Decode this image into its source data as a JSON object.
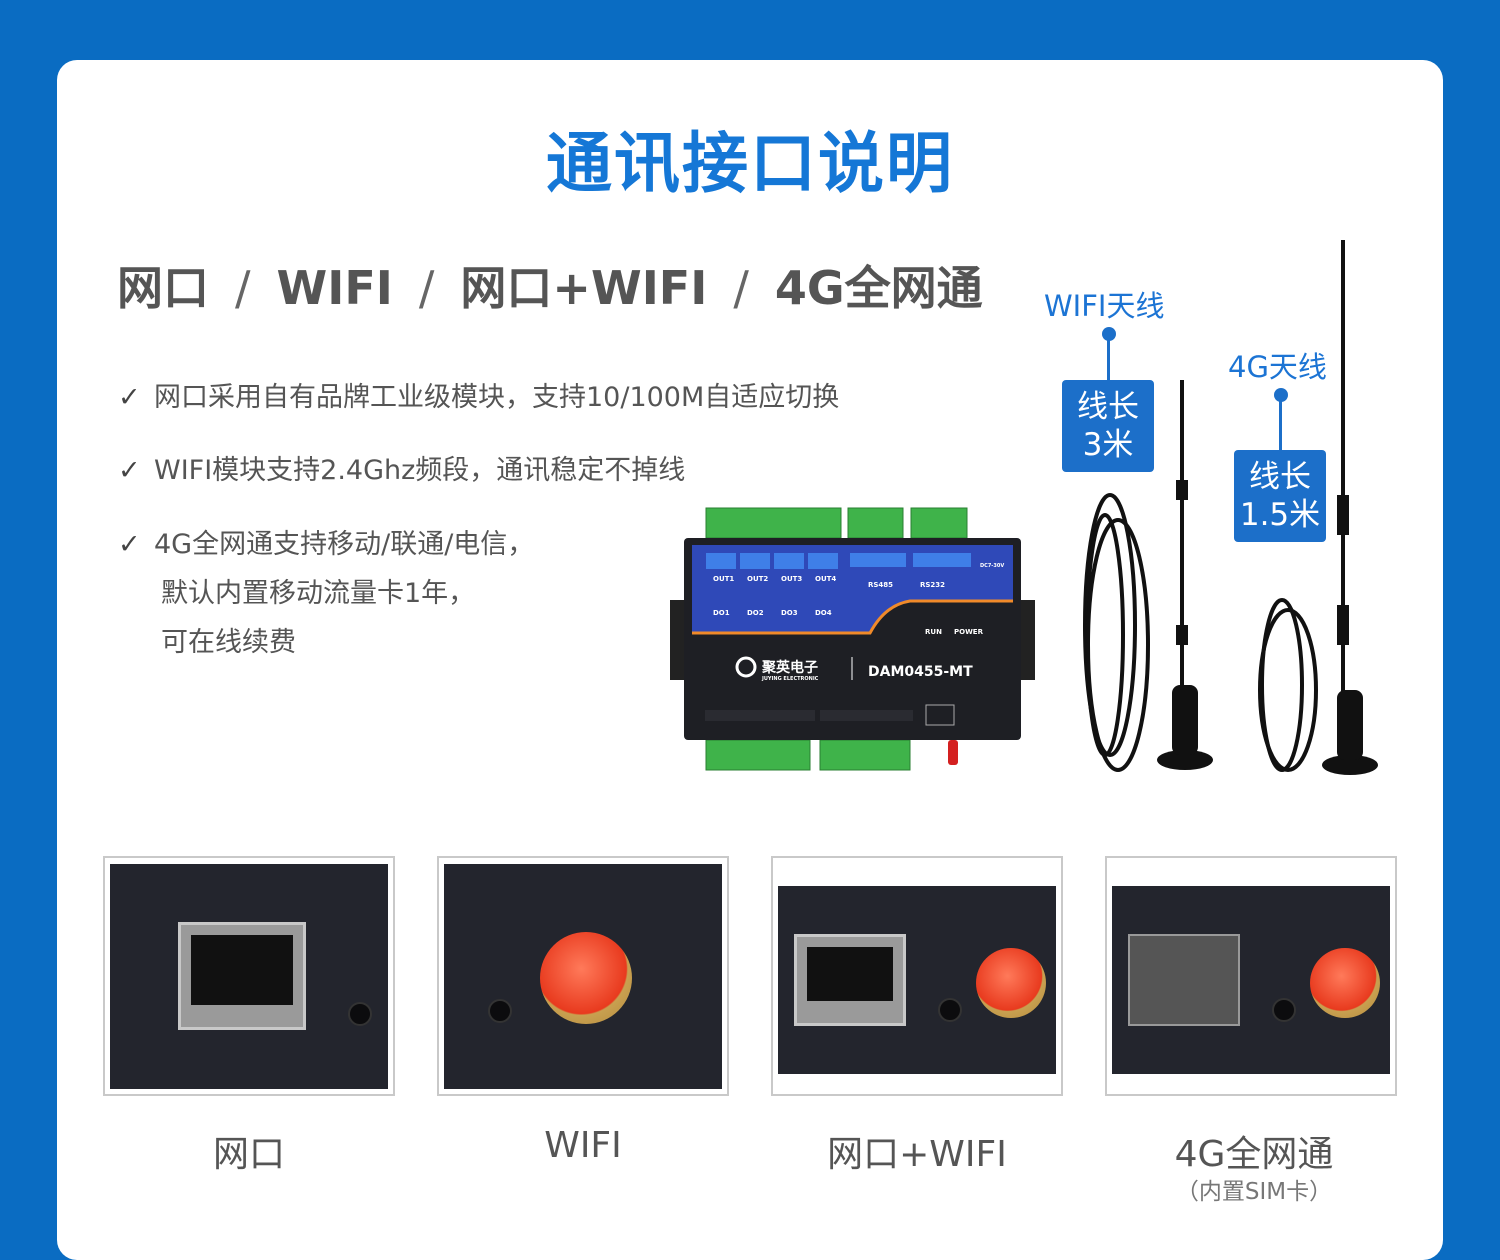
{
  "title": "通讯接口说明",
  "subtitle": {
    "items": [
      "网口",
      "WIFI",
      "网口+WIFI",
      "4G全网通"
    ],
    "separator": "/"
  },
  "features": [
    {
      "icon": "check-icon",
      "lines": [
        "网口采用自有品牌工业级模块，支持10/100M自适应切换"
      ]
    },
    {
      "icon": "check-icon",
      "lines": [
        "WIFI模块支持2.4Ghz频段，通讯稳定不掉线"
      ]
    },
    {
      "icon": "check-icon",
      "lines": [
        "4G全网通支持移动/联通/电信，",
        "默认内置移动流量卡1年，",
        "可在线续费"
      ]
    }
  ],
  "device": {
    "brand": "聚英电子",
    "brand_en": "JUYING ELECTRONIC",
    "model": "DAM0455-MT",
    "outputs": [
      "OUT1",
      "OUT2",
      "OUT3",
      "OUT4"
    ],
    "do_labels": [
      "DO1",
      "DO2",
      "DO3",
      "DO4"
    ],
    "rs485": "RS485",
    "rs232": "RS232",
    "power_in": "DC7-30V",
    "leds": [
      "RUN",
      "POWER"
    ]
  },
  "antennas": [
    {
      "label": "WIFI天线",
      "length_lines": [
        "线长",
        "3米"
      ]
    },
    {
      "label": "4G天线",
      "length_lines": [
        "线长",
        "1.5米"
      ]
    }
  ],
  "photos": [
    {
      "caption": "网口",
      "note": ""
    },
    {
      "caption": "WIFI",
      "note": ""
    },
    {
      "caption": "网口+WIFI",
      "note": ""
    },
    {
      "caption": "4G全网通",
      "note": "（内置SIM卡）"
    }
  ],
  "colors": {
    "background": "#0a6cc2",
    "accent": "#1577d6",
    "label_box": "#1c6fc9",
    "text": "#555555"
  }
}
